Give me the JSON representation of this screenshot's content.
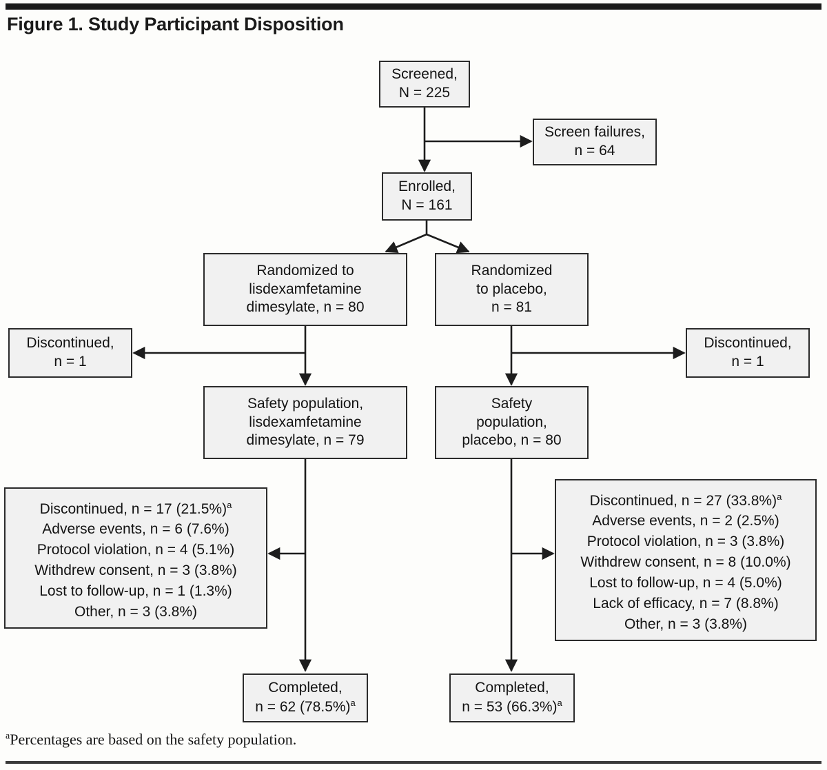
{
  "figure": {
    "title": "Figure 1. Study Participant Disposition",
    "footnote_marker": "a",
    "footnote_text": "Percentages are based on the safety population."
  },
  "colors": {
    "box_fill": "#f1f1f1",
    "box_border": "#2b2b2b",
    "text": "#131313",
    "rule": "#1a1a1a"
  },
  "nodes": {
    "screened": {
      "l1": "Screened,",
      "l2": "N = 225"
    },
    "screen_failures": {
      "l1": "Screen failures,",
      "l2": "n = 64"
    },
    "enrolled": {
      "l1": "Enrolled,",
      "l2": "N = 161"
    },
    "rand_lisdex": {
      "l1": "Randomized  to",
      "l2": "lisdexamfetamine",
      "l3": "dimesylate, n = 80"
    },
    "rand_placebo": {
      "l1": "Randomized",
      "l2": "to placebo,",
      "l3": "n = 81"
    },
    "disc_left": {
      "l1": "Discontinued,",
      "l2": "n = 1"
    },
    "disc_right": {
      "l1": "Discontinued,",
      "l2": "n = 1"
    },
    "safety_lisdex": {
      "l1": "Safety population,",
      "l2": "lisdexamfetamine",
      "l3": "dimesylate,  n = 79"
    },
    "safety_placebo": {
      "l1": "Safety",
      "l2": "population,",
      "l3": "placebo, n = 80"
    },
    "detail_lisdex": {
      "head_pre": "Discontinued, n = 17 (21.5%)",
      "head_sup": "a",
      "reasons": [
        "Adverse events, n = 6 (7.6%)",
        "Protocol violation, n = 4 (5.1%)",
        "Withdrew consent, n = 3 (3.8%)",
        "Lost to follow-up, n = 1 (1.3%)",
        "Other, n = 3 (3.8%)"
      ]
    },
    "detail_placebo": {
      "head_pre": "Discontinued, n = 27 (33.8%)",
      "head_sup": "a",
      "reasons": [
        "Adverse events, n = 2 (2.5%)",
        "Protocol violation, n = 3 (3.8%)",
        "Withdrew consent, n = 8 (10.0%)",
        "Lost to follow-up, n = 4 (5.0%)",
        "Lack of efficacy, n = 7 (8.8%)",
        "Other, n = 3 (3.8%)"
      ]
    },
    "completed_lisdex": {
      "l1": "Completed,",
      "l2_pre": "n = 62 (78.5%)",
      "l2_sup": "a"
    },
    "completed_placebo": {
      "l1": "Completed,",
      "l2_pre": "n = 53 (66.3%)",
      "l2_sup": "a"
    }
  }
}
